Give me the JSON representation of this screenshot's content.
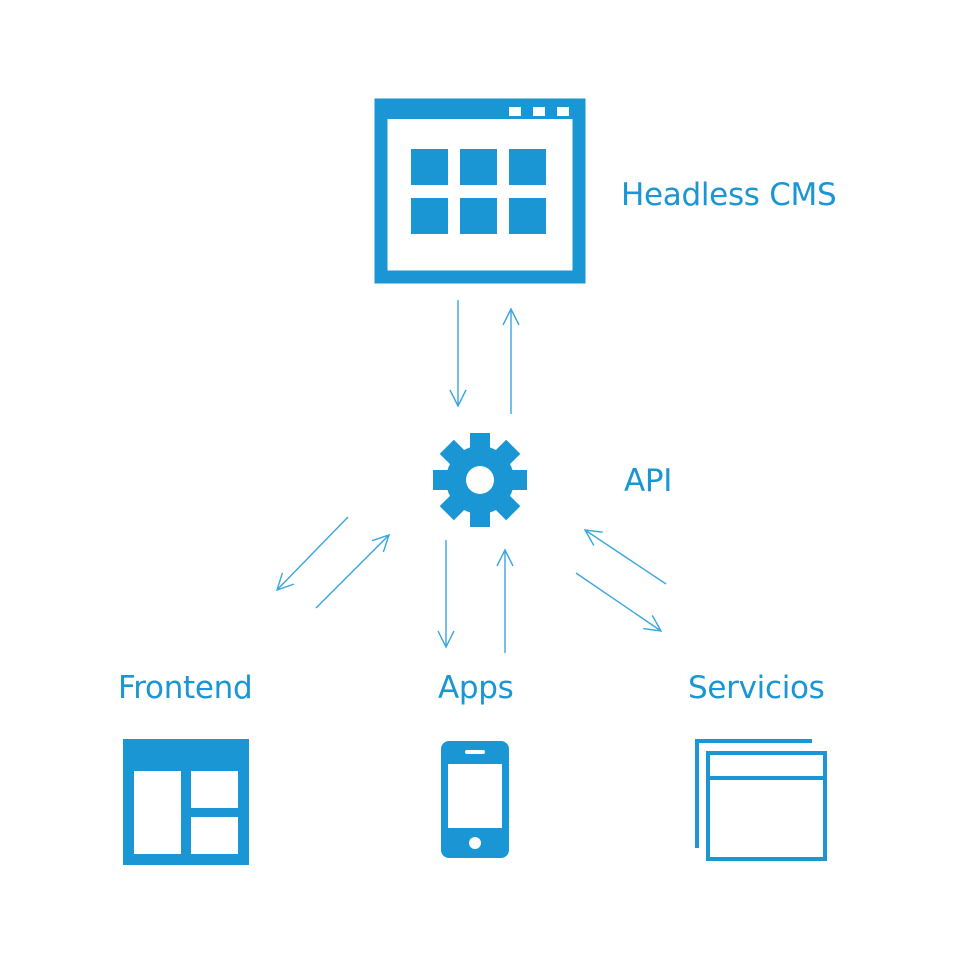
{
  "colors": {
    "primary": "#1a96d4",
    "arrow": "#3aa6dd",
    "background": "#ffffff"
  },
  "nodes": {
    "cms": {
      "label": "Headless CMS",
      "icon": "browser-window-grid-icon"
    },
    "api": {
      "label": "API",
      "icon": "gear-icon"
    },
    "frontend": {
      "label": "Frontend",
      "icon": "page-layout-icon"
    },
    "apps": {
      "label": "Apps",
      "icon": "smartphone-icon"
    },
    "servicios": {
      "label": "Servicios",
      "icon": "stacked-windows-icon"
    }
  },
  "connections": [
    {
      "from": "cms",
      "to": "api",
      "direction": "bidirectional"
    },
    {
      "from": "api",
      "to": "frontend",
      "direction": "bidirectional"
    },
    {
      "from": "api",
      "to": "apps",
      "direction": "bidirectional"
    },
    {
      "from": "api",
      "to": "servicios",
      "direction": "bidirectional"
    }
  ]
}
